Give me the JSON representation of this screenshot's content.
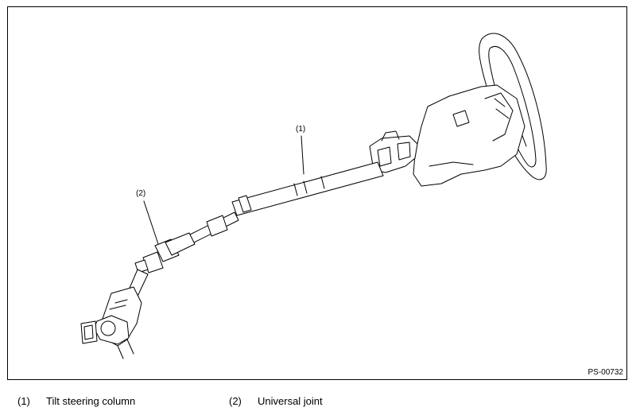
{
  "diagram": {
    "figure_id": "PS-00732",
    "callouts": [
      {
        "id": "1",
        "label": "(1)",
        "part": "Tilt steering column"
      },
      {
        "id": "2",
        "label": "(2)",
        "part": "Universal joint"
      }
    ]
  },
  "legend": {
    "items": [
      {
        "number": "(1)",
        "text": "Tilt steering column"
      },
      {
        "number": "(2)",
        "text": "Universal joint"
      }
    ]
  }
}
